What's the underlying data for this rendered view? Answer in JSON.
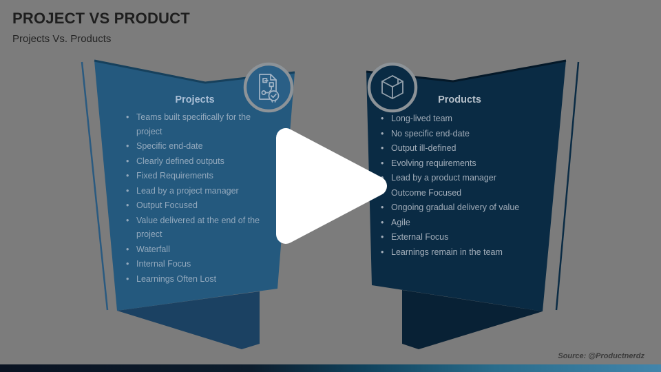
{
  "slide": {
    "title": "PROJECT VS PRODUCT",
    "subtitle": "Projects Vs. Products",
    "source_credit": "Source: @Productnerdz"
  },
  "panels": {
    "left": {
      "header": "Projects",
      "icon": "flowchart-document-check-icon",
      "bullets": [
        "Teams built specifically for the project",
        "Specific end-date",
        "Clearly defined outputs",
        "Fixed Requirements",
        "Lead by a project manager",
        "Output Focused",
        "Value delivered at the end of the project",
        "Waterfall",
        "Internal Focus",
        "Learnings Often Lost"
      ]
    },
    "right": {
      "header": "Products",
      "icon": "package-box-icon",
      "bullets": [
        "Long-lived team",
        "No specific end-date",
        "Output ill-defined",
        "Evolving requirements",
        "Lead by a product manager",
        "Outcome Focused",
        "Ongoing gradual delivery of value",
        "Agile",
        "External Focus",
        "Learnings remain in the team"
      ]
    }
  },
  "player": {
    "play_icon": "play-button"
  },
  "colors": {
    "background_dim": "#7c7c7c",
    "left_panel": "#24597e",
    "left_fold": "#1b4162",
    "right_panel": "#0a2b44",
    "right_fold": "#082135",
    "icon_ring_gray": "#8d9398",
    "play_button": "#ffffff",
    "bottom_bar_gradient": [
      "#0a1322",
      "#10425c",
      "#4285ab"
    ]
  }
}
